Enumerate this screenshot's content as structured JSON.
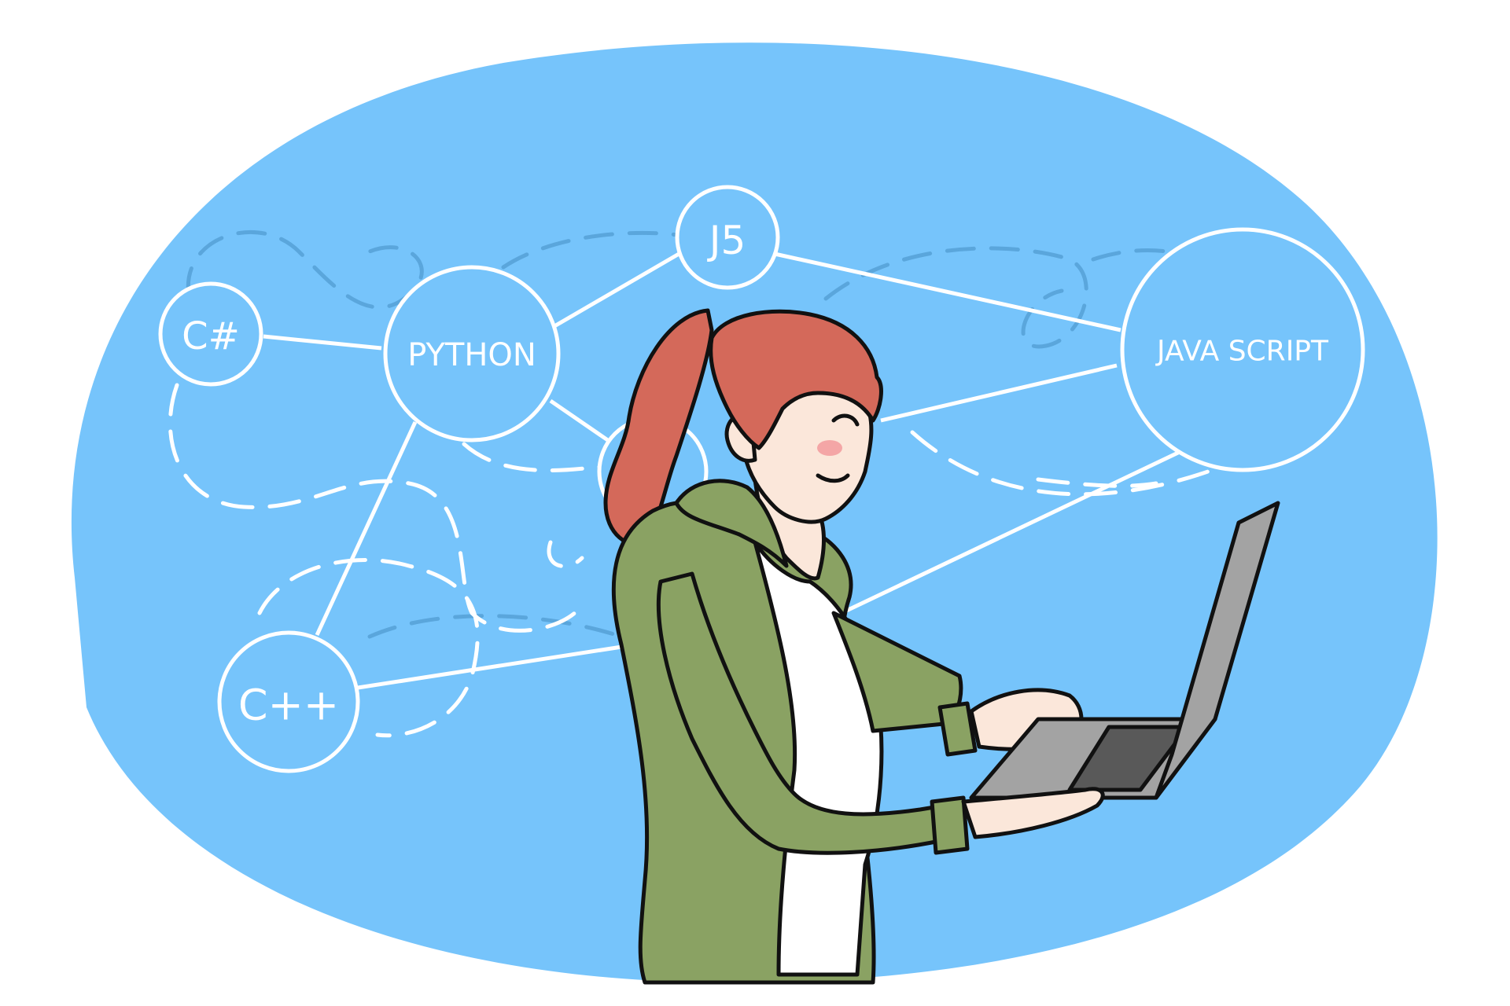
{
  "illustration": {
    "background_color": "#76c4fb",
    "nodes": [
      {
        "id": "csharp",
        "label": "C#"
      },
      {
        "id": "python",
        "label": "PYTHON"
      },
      {
        "id": "j5",
        "label": "J5"
      },
      {
        "id": "javascript",
        "label": "JAVA SCRIPT"
      },
      {
        "id": "cpp",
        "label": "C++"
      },
      {
        "id": "hidden",
        "label": ""
      }
    ],
    "colors": {
      "hair": "#d4695a",
      "jacket": "#8aa263",
      "skin": "#fbe7da",
      "shirt": "#ffffff",
      "laptop_body": "#a3a3a3",
      "laptop_keys": "#595959",
      "line": "#ffffff"
    },
    "icon": "woman-with-laptop-icon"
  }
}
